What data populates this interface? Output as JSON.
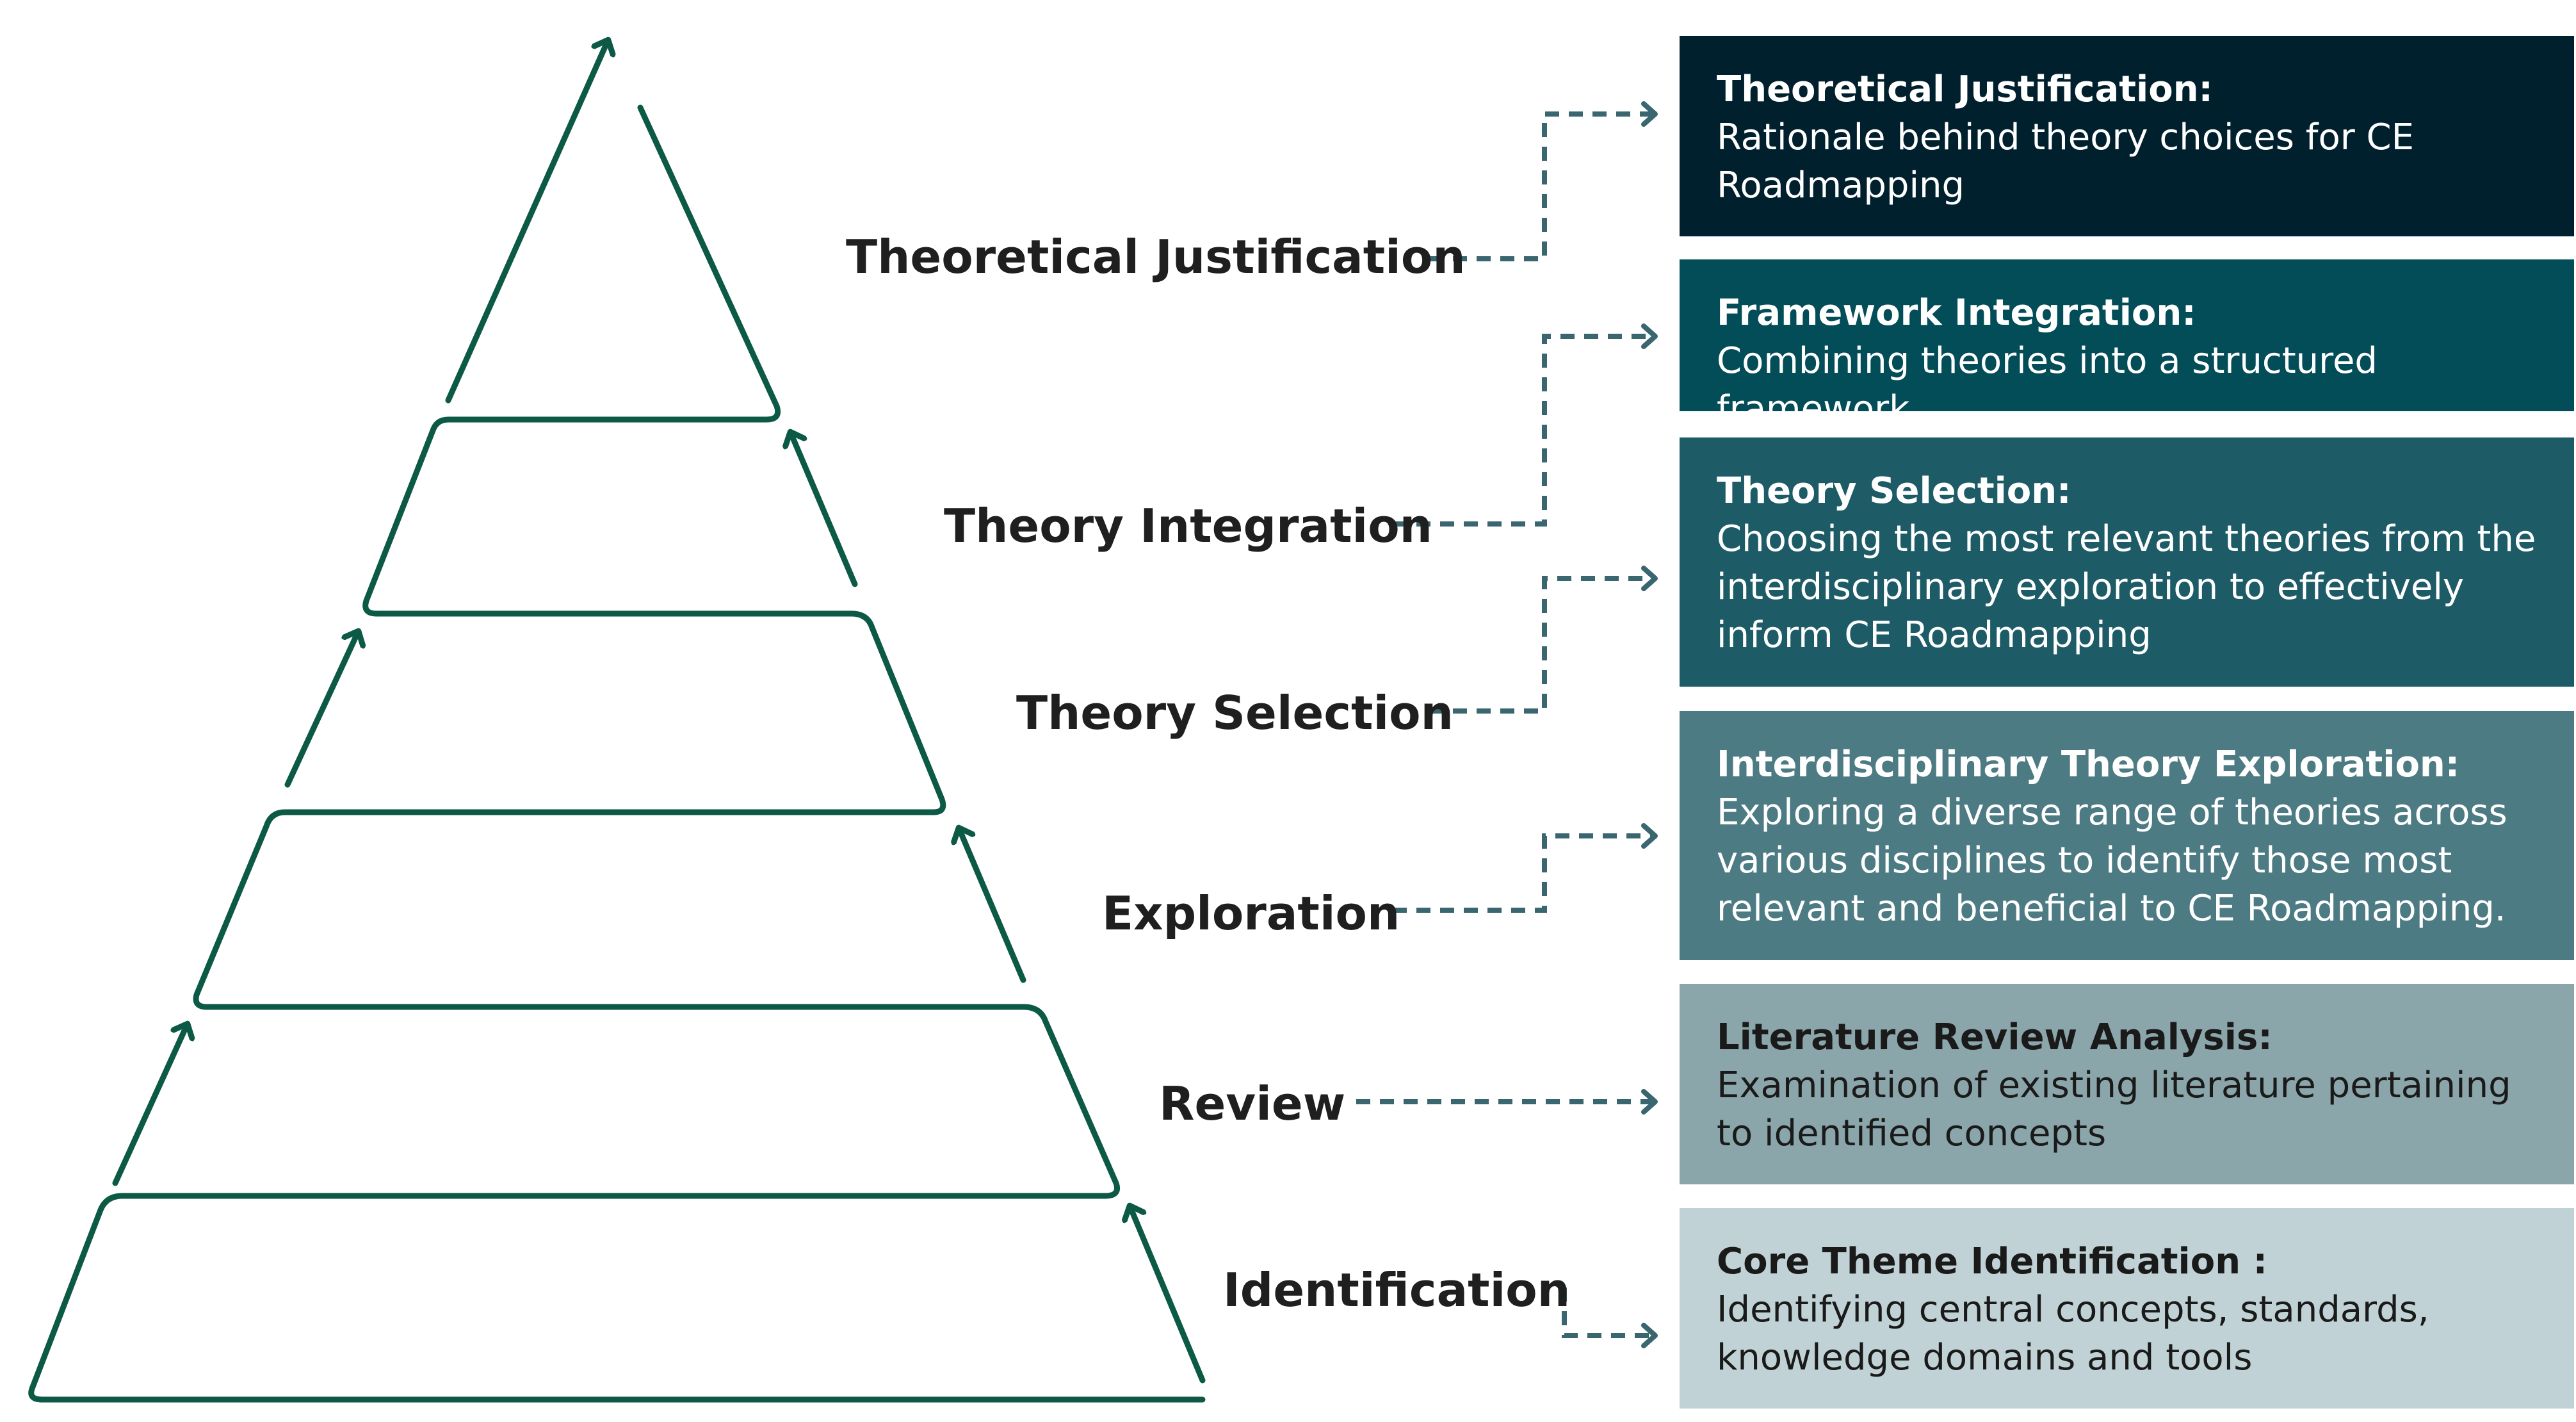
{
  "colors": {
    "pyramid_stroke": "#0c5945",
    "connector": "#3a6670",
    "label_text": "#1f1f1f",
    "box_dark_text": "#ffffff",
    "box_light_text": "#1a1a1a"
  },
  "stages": [
    {
      "label": "Theoretical Justification"
    },
    {
      "label": "Theory Integration"
    },
    {
      "label": "Theory Selection"
    },
    {
      "label": "Exploration"
    },
    {
      "label": "Review"
    },
    {
      "label": "Identification"
    }
  ],
  "boxes": [
    {
      "title": "Theoretical Justification:",
      "description": "Rationale behind theory choices for CE Roadmapping",
      "bg_color": "#00202e",
      "text_color": "#ffffff"
    },
    {
      "title": "Framework Integration:",
      "description": "Combining theories into a structured framework",
      "bg_color": "#034d58",
      "text_color": "#ffffff"
    },
    {
      "title": "Theory Selection:",
      "description": "Choosing the most relevant theories from the interdisciplinary exploration to effectively inform CE Roadmapping",
      "bg_color": "#1d5b67",
      "text_color": "#ffffff"
    },
    {
      "title": "Interdisciplinary Theory Exploration:",
      "description": "Exploring a diverse range of theories across various disciplines to identify those most relevant and beneficial to CE Roadmapping.",
      "bg_color": "#4d7b83",
      "text_color": "#ffffff"
    },
    {
      "title": "Literature Review Analysis:",
      "description": "Examination of existing literature pertaining to identified concepts",
      "bg_color": "#8ba6ab",
      "text_color": "#1a1a1a"
    },
    {
      "title": "Core Theme Identification :",
      "description": "Identifying central concepts, standards, knowledge domains and tools",
      "bg_color": "#c0d2d5",
      "text_color": "#1a1a1a"
    }
  ]
}
